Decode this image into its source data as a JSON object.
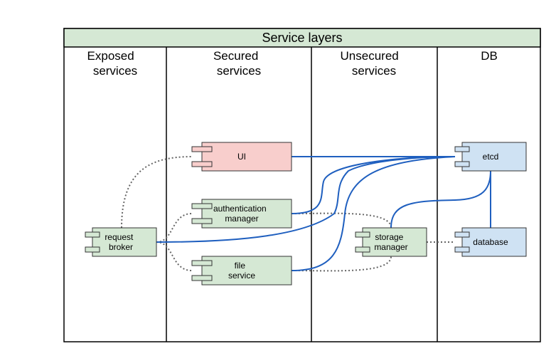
{
  "diagram": {
    "title": "Service layers",
    "lanes": [
      {
        "id": "exposed",
        "title_lines": [
          "Exposed",
          "services"
        ]
      },
      {
        "id": "secured",
        "title_lines": [
          "Secured",
          "services"
        ]
      },
      {
        "id": "unsecured",
        "title_lines": [
          "Unsecured",
          "services"
        ]
      },
      {
        "id": "db",
        "title_lines": [
          "DB"
        ]
      }
    ],
    "components": [
      {
        "id": "ui",
        "label_lines": [
          "UI"
        ],
        "fill": "#f8cecc"
      },
      {
        "id": "auth",
        "label_lines": [
          "authentication",
          "manager"
        ],
        "fill": "#d5e8d4"
      },
      {
        "id": "broker",
        "label_lines": [
          "request",
          "broker"
        ],
        "fill": "#d5e8d4"
      },
      {
        "id": "file",
        "label_lines": [
          "file",
          "service"
        ],
        "fill": "#d5e8d4"
      },
      {
        "id": "storage",
        "label_lines": [
          "storage",
          "manager"
        ],
        "fill": "#d5e8d4"
      },
      {
        "id": "etcd",
        "label_lines": [
          "etcd"
        ],
        "fill": "#cfe2f3"
      },
      {
        "id": "database",
        "label_lines": [
          "database"
        ],
        "fill": "#cfe2f3"
      }
    ],
    "connections": [
      {
        "from": "ui",
        "to": "etcd",
        "style": "solid"
      },
      {
        "from": "auth",
        "to": "etcd",
        "style": "solid"
      },
      {
        "from": "broker",
        "to": "etcd",
        "style": "solid"
      },
      {
        "from": "file",
        "to": "etcd",
        "style": "solid"
      },
      {
        "from": "storage",
        "to": "etcd",
        "style": "solid"
      },
      {
        "from": "etcd",
        "to": "database",
        "style": "solid"
      },
      {
        "from": "broker",
        "to": "ui",
        "style": "dotted"
      },
      {
        "from": "broker",
        "to": "auth",
        "style": "dotted"
      },
      {
        "from": "broker",
        "to": "file",
        "style": "dotted"
      },
      {
        "from": "auth",
        "to": "storage",
        "style": "dotted"
      },
      {
        "from": "file",
        "to": "storage",
        "style": "dotted"
      },
      {
        "from": "storage",
        "to": "database",
        "style": "dotted"
      }
    ],
    "colors": {
      "header_fill": "#d5e8d4",
      "solid_edge": "#1f5fbf",
      "dotted_edge": "#666666",
      "stroke": "#000000"
    }
  }
}
